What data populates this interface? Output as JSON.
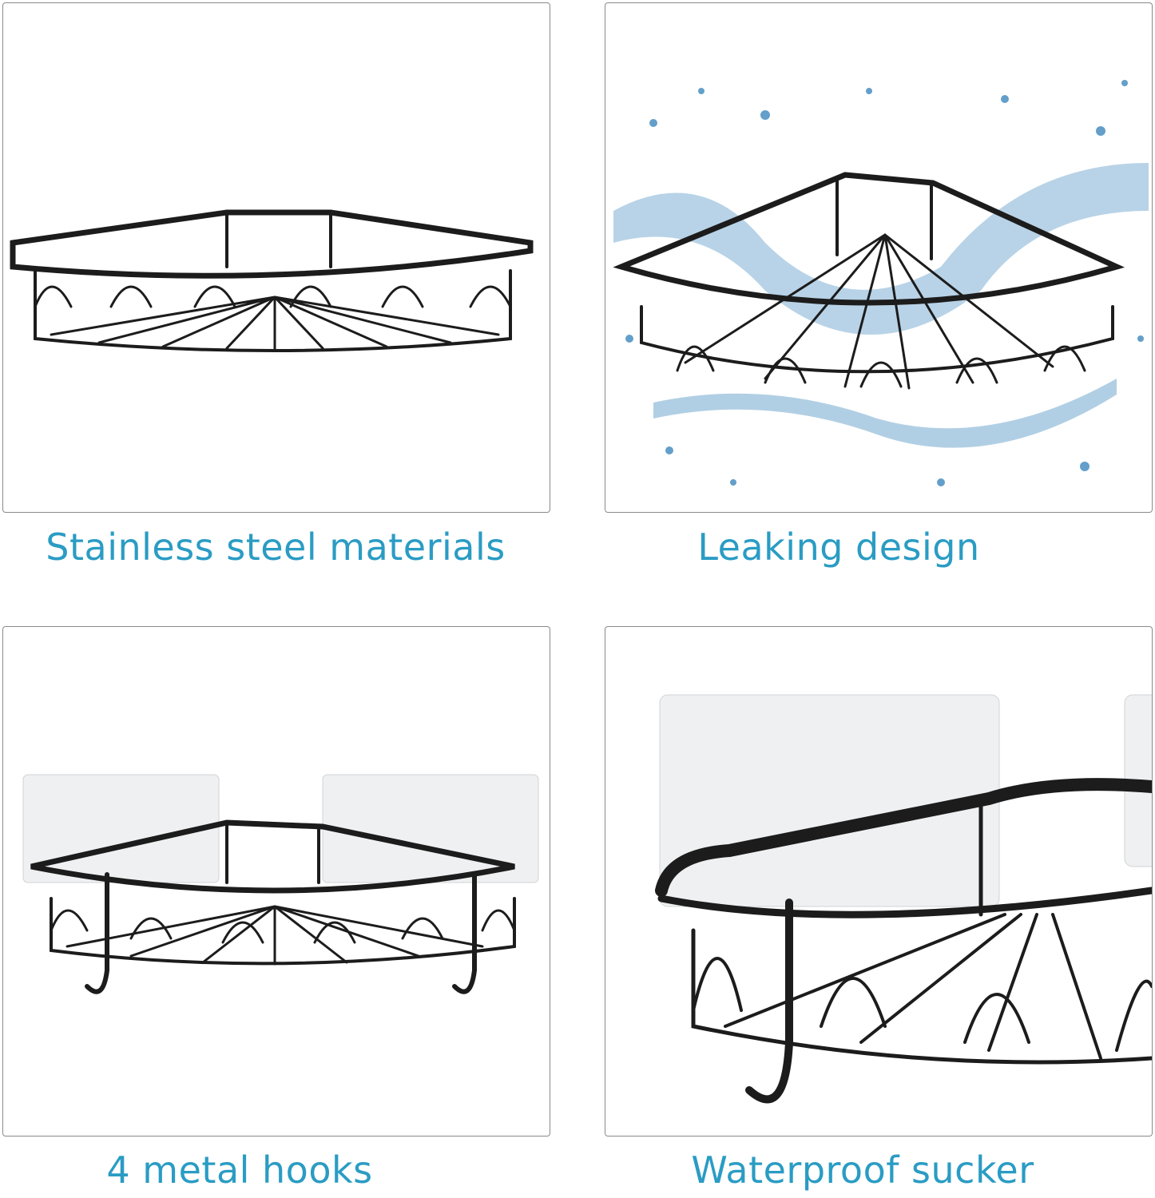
{
  "features": [
    {
      "caption": "Stainless steel materials"
    },
    {
      "caption": "Leaking design"
    },
    {
      "caption": "4 metal hooks"
    },
    {
      "caption": "Waterproof sucker"
    }
  ],
  "colors": {
    "caption": "#2a9cc4",
    "shelf": "#1c1c1c",
    "water": "#2f7fb8",
    "adhesive_pad": "#eef0f2"
  }
}
